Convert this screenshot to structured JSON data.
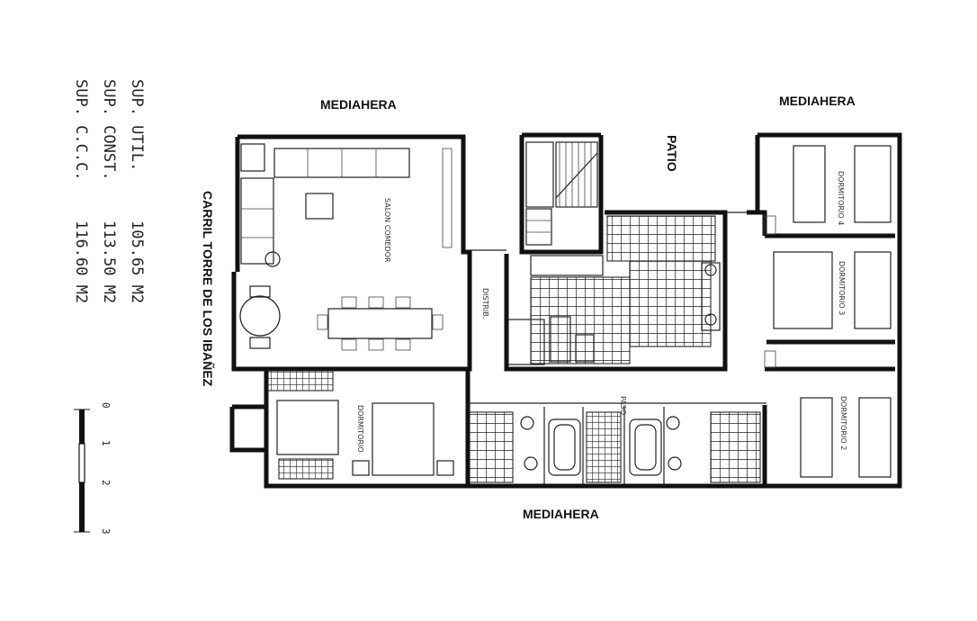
{
  "labels": {
    "mediahera_top_left": "MEDIAHERA",
    "mediahera_top_right": "MEDIAHERA",
    "mediahera_bottom": "MEDIAHERA",
    "patio": "PATIO",
    "street": "CARRIL TORRE DE LOS IBAÑEZ"
  },
  "surfaces": {
    "util_label": "SUP. UTIL.",
    "util_value": "105.65 M2",
    "const_label": "SUP. CONST.",
    "const_value": "113.50 M2",
    "ccc_label": "SUP. C.C.C.",
    "ccc_value": "116.60 M2"
  },
  "scale": {
    "ticks": [
      "0",
      "1",
      "2",
      "3"
    ]
  }
}
